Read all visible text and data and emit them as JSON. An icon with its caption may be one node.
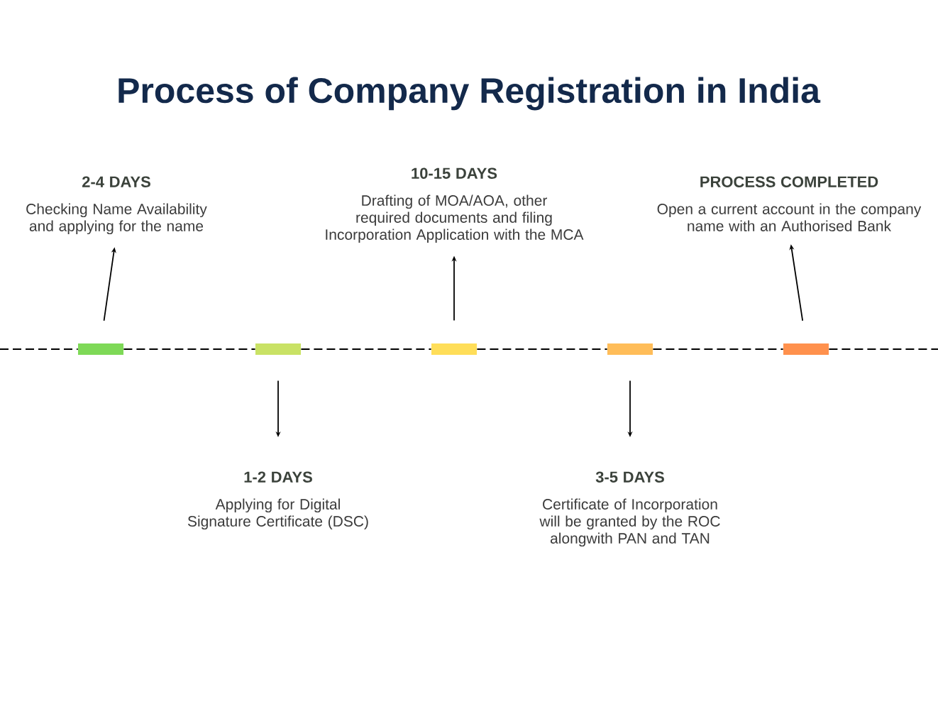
{
  "diagram": {
    "title": "Process of Company Registration in India",
    "nodes": [
      {
        "text": [
          "2-4 DAYS",
          "Checking Name Availability and applying for the name"
        ]
      },
      {
        "text": [
          "10-15 DAYS",
          "Drafting of MOA/AOA, other required documents and filing Incorporation Application with the MCA"
        ]
      },
      {
        "text": [
          "PROCESS COMPLETED",
          "Open a current account in the company name with an Authorised Bank"
        ]
      },
      {
        "text": [],
        "shape": "bar"
      },
      {
        "text": [],
        "shape": "bar"
      },
      {
        "text": [],
        "shape": "bar"
      },
      {
        "text": [],
        "shape": "bar"
      },
      {
        "text": [],
        "shape": "bar"
      },
      {
        "text": [
          "1-2 DAYS",
          "Applying for Digital Signature Certificate (DSC)"
        ]
      },
      {
        "text": [
          "3-5 DAYS",
          "Certificate of Incorporation will be granted by the ROC alongwith PAN and TAN"
        ]
      }
    ],
    "edges": [
      {
        "from": 3,
        "to": 0,
        "arrow": "to"
      },
      {
        "from": 4,
        "to": 8,
        "arrow": "to"
      },
      {
        "from": 5,
        "to": 1,
        "arrow": "to"
      },
      {
        "from": 6,
        "to": 9,
        "arrow": "to"
      },
      {
        "from": 7,
        "to": 2,
        "arrow": "to"
      },
      {
        "from": null,
        "to": 3,
        "arrow": "none",
        "style": "dashed"
      },
      {
        "from": 3,
        "to": 4,
        "arrow": "none",
        "style": "dashed"
      },
      {
        "from": 4,
        "to": 5,
        "arrow": "none",
        "style": "dashed"
      },
      {
        "from": 5,
        "to": 6,
        "arrow": "none",
        "style": "dashed"
      },
      {
        "from": 6,
        "to": 7,
        "arrow": "none",
        "style": "dashed"
      },
      {
        "from": 7,
        "to": null,
        "arrow": "none",
        "style": "dashed"
      }
    ]
  }
}
